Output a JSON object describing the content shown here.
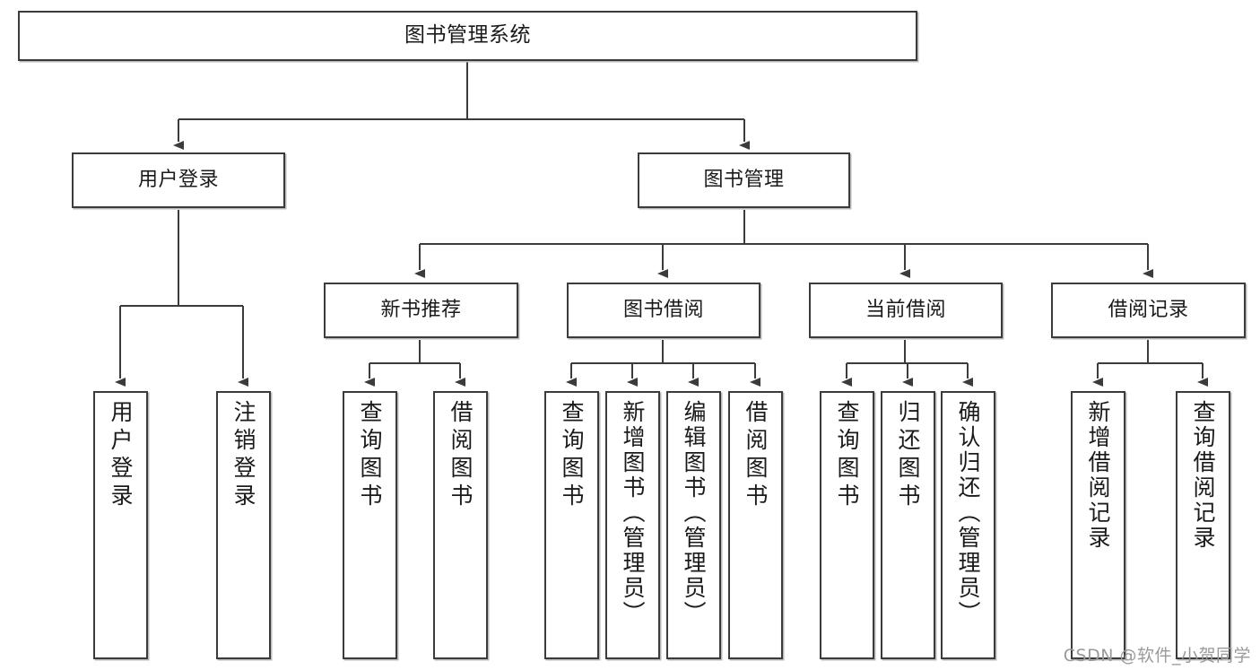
{
  "diagram": {
    "title": "图书管理系统",
    "type": "tree-hierarchy-diagram",
    "root": {
      "label": "图书管理系统"
    },
    "level2": [
      {
        "label": "用户登录"
      },
      {
        "label": "图书管理"
      }
    ],
    "level3": [
      {
        "label": "新书推荐"
      },
      {
        "label": "图书借阅"
      },
      {
        "label": "当前借阅"
      },
      {
        "label": "借阅记录"
      }
    ],
    "leaves": {
      "user_login": [
        {
          "label": "用户登录"
        },
        {
          "label": "注销登录"
        }
      ],
      "new_book_recommend": [
        {
          "label": "查询图书"
        },
        {
          "label": "借阅图书"
        }
      ],
      "book_borrow": [
        {
          "label": "查询图书"
        },
        {
          "label": "新增图书（管理员）"
        },
        {
          "label": "编辑图书（管理员）"
        },
        {
          "label": "借阅图书"
        }
      ],
      "current_borrow": [
        {
          "label": "查询图书"
        },
        {
          "label": "归还图书"
        },
        {
          "label": "确认归还（管理员）"
        }
      ],
      "borrow_record": [
        {
          "label": "新增借阅记录"
        },
        {
          "label": "查询借阅记录"
        }
      ]
    }
  },
  "colors": {
    "box_border": "#3b3b3b",
    "box_fill": "#ffffff",
    "connector": "#3b3b3b",
    "text": "#1a1a1a",
    "watermark": "#9a9a9a",
    "background": "#ffffff"
  },
  "watermark": {
    "text": "CSDN @软件_小贺同学"
  }
}
